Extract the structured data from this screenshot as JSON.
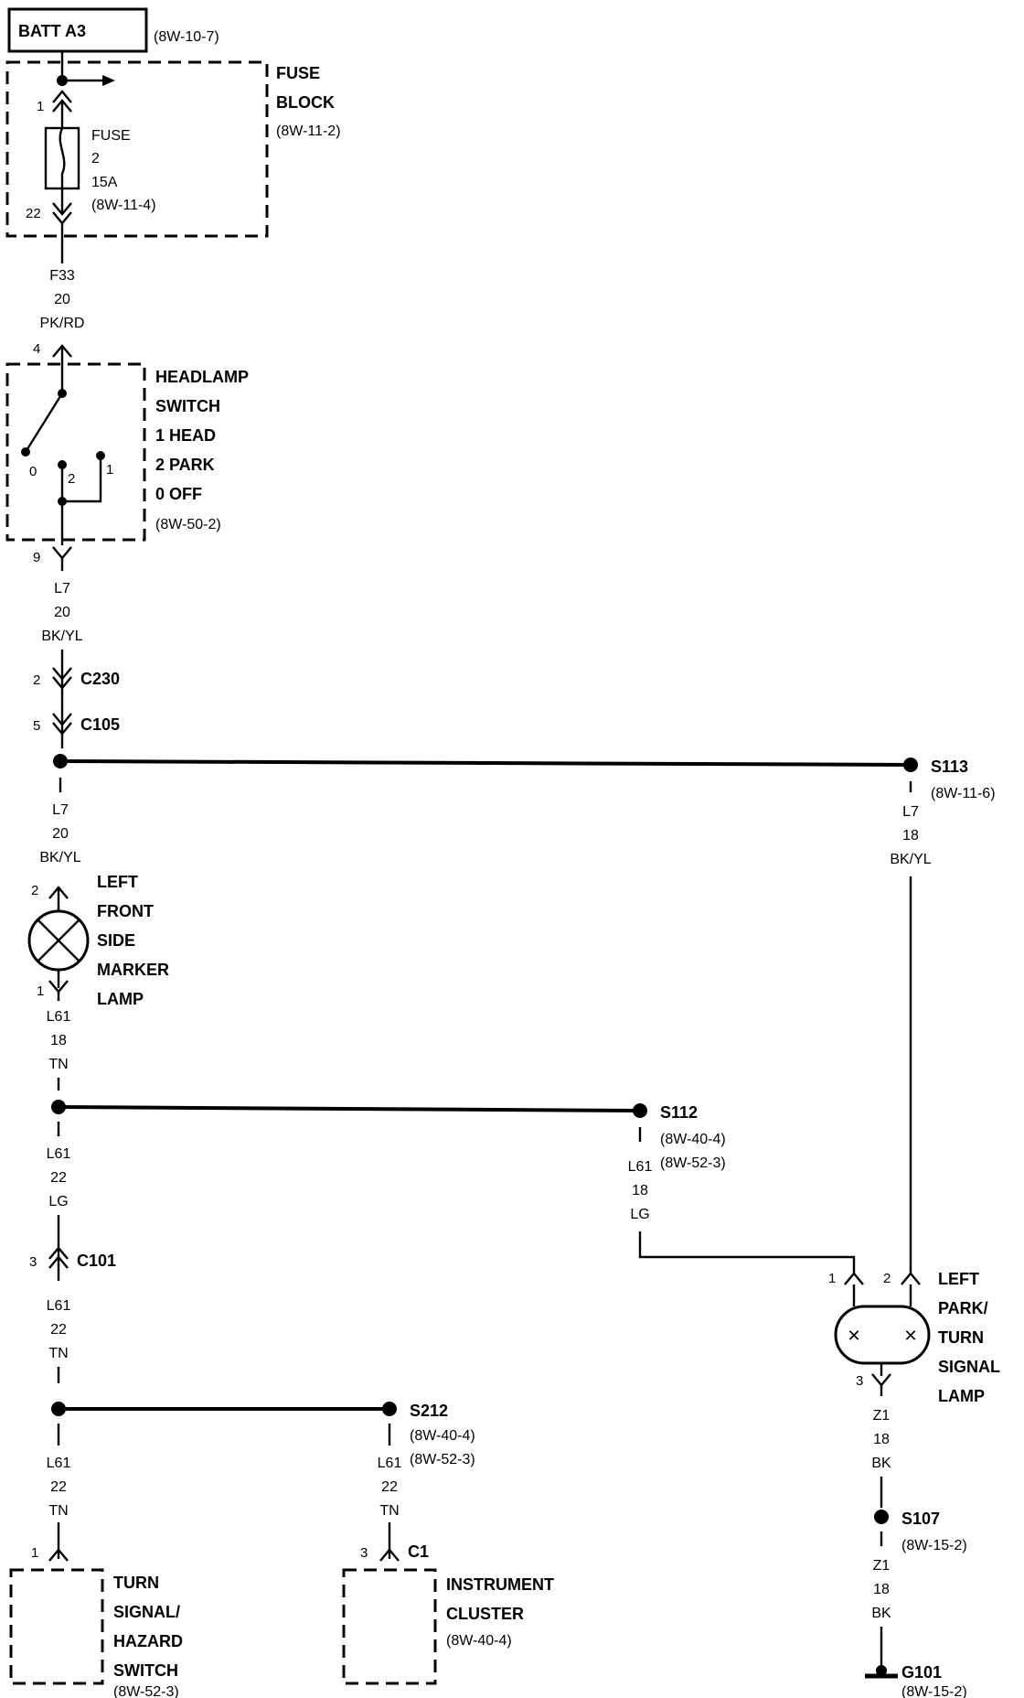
{
  "batt": {
    "label": "BATT A3",
    "ref": "(8W-10-7)"
  },
  "fuse_block": {
    "title1": "FUSE",
    "title2": "BLOCK",
    "ref": "(8W-11-2)",
    "fuse": {
      "l1": "FUSE",
      "l2": "2",
      "l3": "15A",
      "l4": "(8W-11-4)"
    },
    "pin_top": "1",
    "pin_bottom": "22"
  },
  "wire_f33": {
    "id": "F33",
    "gauge": "20",
    "color": "PK/RD"
  },
  "headlamp_switch": {
    "pin_in": "4",
    "pin_out": "9",
    "lines": [
      "HEADLAMP",
      "SWITCH",
      "1 HEAD",
      "2 PARK",
      "0 OFF"
    ],
    "ref": "(8W-50-2)",
    "pos0": "0",
    "pos1": "1",
    "pos2": "2"
  },
  "wire_l7_a": {
    "id": "L7",
    "gauge": "20",
    "color": "BK/YL"
  },
  "c230": {
    "pin": "2",
    "label": "C230"
  },
  "c105": {
    "pin": "5",
    "label": "C105"
  },
  "s113": {
    "label": "S113",
    "ref": "(8W-11-6)"
  },
  "wire_l7_right": {
    "id": "L7",
    "gauge": "18",
    "color": "BK/YL"
  },
  "wire_l7_b": {
    "id": "L7",
    "gauge": "20",
    "color": "BK/YL"
  },
  "side_marker": {
    "pin_top": "2",
    "pin_bottom": "1",
    "lines": [
      "LEFT",
      "FRONT",
      "SIDE",
      "MARKER",
      "LAMP"
    ]
  },
  "wire_l61_tn18": {
    "id": "L61",
    "gauge": "18",
    "color": "TN"
  },
  "s112": {
    "label": "S112",
    "ref1": "(8W-40-4)",
    "ref2": "(8W-52-3)"
  },
  "wire_l61_lg18": {
    "id": "L61",
    "gauge": "18",
    "color": "LG"
  },
  "wire_l61_lg22": {
    "id": "L61",
    "gauge": "22",
    "color": "LG"
  },
  "c101": {
    "pin": "3",
    "label": "C101"
  },
  "wire_l61_tn22_a": {
    "id": "L61",
    "gauge": "22",
    "color": "TN"
  },
  "s212": {
    "label": "S212",
    "ref1": "(8W-40-4)",
    "ref2": "(8W-52-3)"
  },
  "wire_l61_tn22_b": {
    "id": "L61",
    "gauge": "22",
    "color": "TN"
  },
  "wire_l61_tn22_c": {
    "id": "L61",
    "gauge": "22",
    "color": "TN"
  },
  "turn_switch": {
    "pin": "1",
    "lines": [
      "TURN",
      "SIGNAL/",
      "HAZARD",
      "SWITCH"
    ],
    "ref": "(8W-52-3)"
  },
  "cluster": {
    "pin": "3",
    "conn": "C1",
    "lines": [
      "INSTRUMENT",
      "CLUSTER"
    ],
    "ref": "(8W-40-4)"
  },
  "park_lamp": {
    "pin1": "1",
    "pin2": "2",
    "pin3": "3",
    "lines": [
      "LEFT",
      "PARK/",
      "TURN",
      "SIGNAL",
      "LAMP"
    ]
  },
  "wire_z1_a": {
    "id": "Z1",
    "gauge": "18",
    "color": "BK"
  },
  "s107": {
    "label": "S107",
    "ref": "(8W-15-2)"
  },
  "wire_z1_b": {
    "id": "Z1",
    "gauge": "18",
    "color": "BK"
  },
  "g101": {
    "label": "G101",
    "ref": "(8W-15-2)"
  }
}
